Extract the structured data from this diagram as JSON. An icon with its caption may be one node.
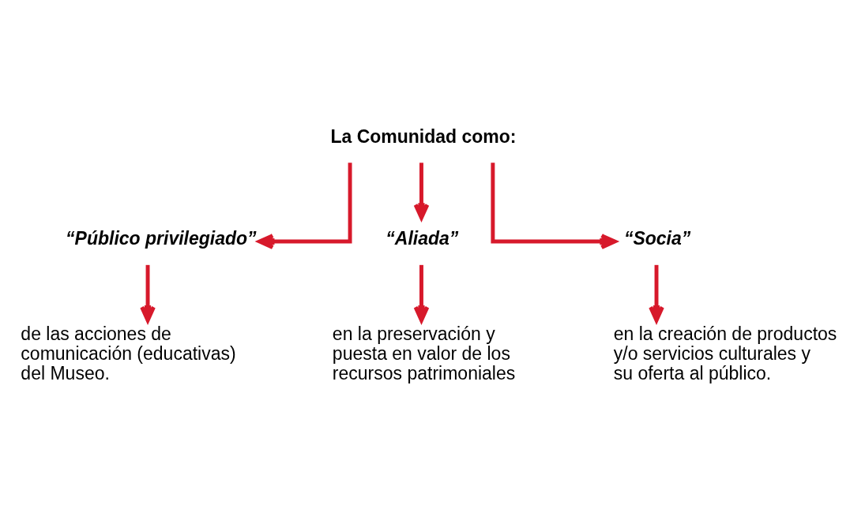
{
  "diagram": {
    "nodes": [
      {
        "text": [
          "La Comunidad como:"
        ]
      },
      {
        "text": [
          "“Público privilegiado”"
        ]
      },
      {
        "text": [
          "“Aliada”"
        ]
      },
      {
        "text": [
          "“Socia”"
        ]
      },
      {
        "text": [
          "de las acciones de comunicación (educativas) del Museo."
        ]
      },
      {
        "text": [
          "en la preservación y puesta en valor de los recursos patrimoniales"
        ]
      },
      {
        "text": [
          "en la creación de productos y/o servicios culturales y su oferta al público."
        ]
      }
    ],
    "edges": [
      {
        "from": 0,
        "to": 1,
        "arrow": "to"
      },
      {
        "from": 0,
        "to": 2,
        "arrow": "to"
      },
      {
        "from": 0,
        "to": 3,
        "arrow": "to"
      },
      {
        "from": 1,
        "to": 4,
        "arrow": "to"
      },
      {
        "from": 2,
        "to": 5,
        "arrow": "to"
      },
      {
        "from": 3,
        "to": 6,
        "arrow": "to"
      }
    ]
  }
}
